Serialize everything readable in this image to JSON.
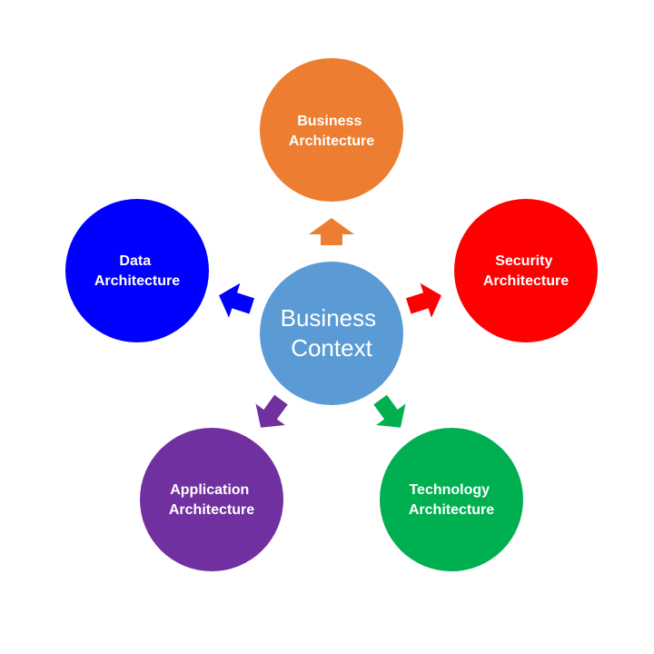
{
  "center": {
    "line1": "Business",
    "line2": "Context",
    "color": "#5b9bd5"
  },
  "nodes": [
    {
      "id": "business",
      "line1": "Business",
      "line2": "Architecture",
      "color": "#ed7d31"
    },
    {
      "id": "security",
      "line1": "Security",
      "line2": "Architecture",
      "color": "#ff0000"
    },
    {
      "id": "technology",
      "line1": "Technology",
      "line2": "Architecture",
      "color": "#00b050"
    },
    {
      "id": "application",
      "line1": "Application",
      "line2": "Architecture",
      "color": "#7030a0"
    },
    {
      "id": "data",
      "line1": "Data",
      "line2": "Architecture",
      "color": "#0000ff"
    }
  ],
  "arrows": [
    {
      "target": "business",
      "color": "#ed7d31"
    },
    {
      "target": "security",
      "color": "#ff0000"
    },
    {
      "target": "technology",
      "color": "#00b050"
    },
    {
      "target": "application",
      "color": "#7030a0"
    },
    {
      "target": "data",
      "color": "#0000ff"
    }
  ]
}
